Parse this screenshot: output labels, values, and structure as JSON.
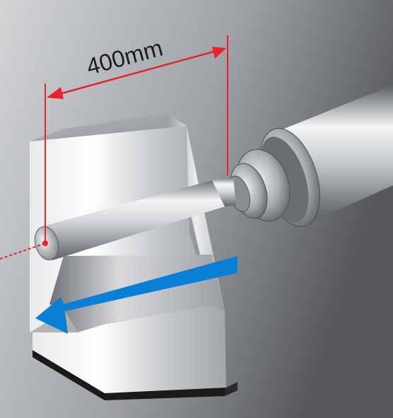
{
  "dimension": {
    "label": "400mm",
    "line_color": "#e3242b"
  },
  "colors": {
    "background_light": "#c9cbcd",
    "background_dark": "#5f6165",
    "feed_arrow": "#0a7fd6",
    "steel_light": "#f2f3f4",
    "steel_dark": "#7e8288"
  },
  "parts": {
    "workpiece": "v-block-workpiece",
    "tool": "boring-bar",
    "holder": "spindle-holder",
    "feed_direction": "arrow-left"
  }
}
